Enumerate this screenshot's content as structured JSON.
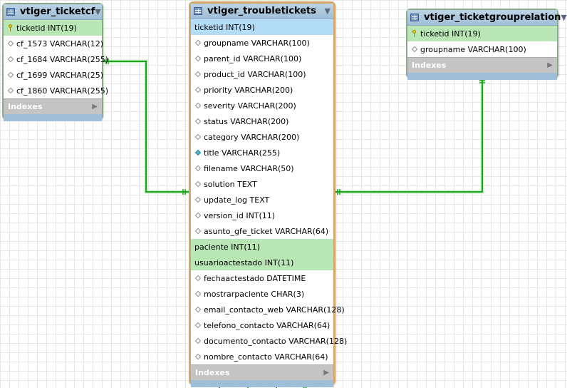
{
  "tables": {
    "ticketcf": {
      "name": "vtiger_ticketcf",
      "columns": [
        {
          "text": "ticketid INT(19)",
          "kind": "pk"
        },
        {
          "text": "cf_1573 VARCHAR(12)",
          "kind": "col"
        },
        {
          "text": "cf_1684 VARCHAR(255)",
          "kind": "col"
        },
        {
          "text": "cf_1699 VARCHAR(25)",
          "kind": "col"
        },
        {
          "text": "cf_1860 VARCHAR(255)",
          "kind": "col"
        }
      ],
      "indexes_label": "Indexes"
    },
    "troubletickets": {
      "name": "vtiger_troubletickets",
      "columns": [
        {
          "text": "ticketid INT(19)",
          "kind": "pk-selected"
        },
        {
          "text": "groupname VARCHAR(100)",
          "kind": "col"
        },
        {
          "text": "parent_id VARCHAR(100)",
          "kind": "col"
        },
        {
          "text": "product_id VARCHAR(100)",
          "kind": "col"
        },
        {
          "text": "priority VARCHAR(200)",
          "kind": "col"
        },
        {
          "text": "severity VARCHAR(200)",
          "kind": "col"
        },
        {
          "text": "status VARCHAR(200)",
          "kind": "col"
        },
        {
          "text": "category VARCHAR(200)",
          "kind": "col"
        },
        {
          "text": "title VARCHAR(255)",
          "kind": "notnull"
        },
        {
          "text": "filename VARCHAR(50)",
          "kind": "col"
        },
        {
          "text": "solution TEXT",
          "kind": "col"
        },
        {
          "text": "update_log TEXT",
          "kind": "col"
        },
        {
          "text": "version_id INT(11)",
          "kind": "col"
        },
        {
          "text": "asunto_gfe_ticket VARCHAR(64)",
          "kind": "col"
        },
        {
          "text": "paciente INT(11)",
          "kind": "fk"
        },
        {
          "text": "usuarioactestado INT(11)",
          "kind": "fk"
        },
        {
          "text": "fechaactestado DATETIME",
          "kind": "col"
        },
        {
          "text": "mostrarpaciente CHAR(3)",
          "kind": "col"
        },
        {
          "text": "email_contacto_web VARCHAR(128)",
          "kind": "col"
        },
        {
          "text": "telefono_contacto VARCHAR(64)",
          "kind": "col"
        },
        {
          "text": "documento_contacto VARCHAR(128)",
          "kind": "col"
        },
        {
          "text": "nombre_contacto VARCHAR(64)",
          "kind": "col"
        }
      ],
      "indexes_label": "Indexes"
    },
    "ticketgrouprelation": {
      "name": "vtiger_ticketgrouprelation",
      "columns": [
        {
          "text": "ticketid INT(19)",
          "kind": "pk"
        },
        {
          "text": "groupname VARCHAR(100)",
          "kind": "col"
        }
      ],
      "indexes_label": "Indexes"
    }
  },
  "colors": {
    "connector": "#1aa51a",
    "connector_glow": "#c8f0c8",
    "selected_border": "#d6a76a",
    "fk_row": "#b9e6b5",
    "pk_selected_row": "#b3dcf6"
  }
}
